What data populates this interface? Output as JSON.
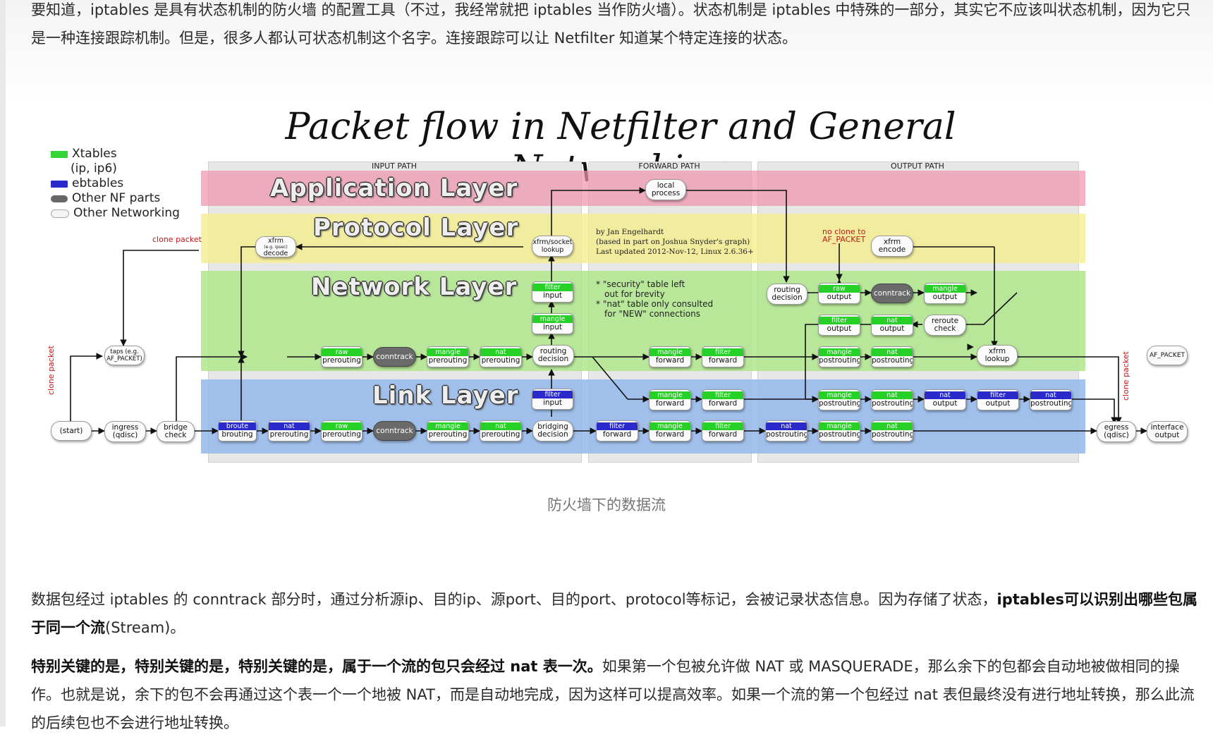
{
  "article": {
    "p1": "要知道，iptables 是具有状态机制的防火墙 的配置工具（不过，我经常就把 iptables 当作防火墙）。状态机制是 iptables 中特殊的一部分，其实它不应该叫状态机制，因为它只是一种连接跟踪机制。但是，很多人都认可状态机制这个名字。连接跟踪可以让 Netfilter 知道某个特定连接的状态。",
    "caption": "防火墙下的数据流",
    "p3_a": "数据包经过 iptables 的 conntrack 部分时，通过分析源ip、目的ip、源port、目的port、protocol等标记，会被记录状态信息。因为存储了状态，",
    "p3_b": "iptables可以识别出哪些包属于同一个流",
    "p3_c": "(Stream)。",
    "p4_a": "特别关键的是，特别关键的是，特别关键的是，属于一个流的包只会经过 nat 表一次。",
    "p4_b": "如果第一个包被允许做 NAT 或 MASQUERADE，那么余下的包都会自动地被做相同的操作。也就是说，余下的包不会再通过这个表一个一个地被 NAT，而是自动地完成，因为这样可以提高效率。如果一个流的第一个包经过 nat 表但最终没有进行地址转换，那么此流的后续包也不会进行地址转换。"
  },
  "diagram": {
    "title": "Packet flow in Netfilter and General Networking",
    "legend": {
      "xtables": "Xtables",
      "xtables_sub": "(ip, ip6)",
      "ebtables": "ebtables",
      "nf": "Other NF parts",
      "net": "Other Networking"
    },
    "paths": {
      "input": "INPUT PATH",
      "forward": "FORWARD PATH",
      "output": "OUTPUT PATH"
    },
    "layers": {
      "app": "Application Layer",
      "proto": "Protocol Layer",
      "net": "Network Layer",
      "link": "Link Layer"
    },
    "credit": [
      "by Jan Engelhardt",
      "(based in part on Joshua Snyder's graph)",
      "Last updated 2012-Nov-12, Linux 2.6.36+"
    ],
    "notes": [
      "* \"security\" table left",
      "out for brevity",
      "* \"nat\" table only consulted",
      "for \"NEW\" connections"
    ],
    "labels": {
      "clone_packet": "clone packet",
      "no_clone_1": "no clone to",
      "no_clone_2": "AF_PACKET",
      "clone_packet_right": "clone packet"
    },
    "nodes": {
      "start": "(start)",
      "ingress": [
        "ingress",
        "(qdisc)"
      ],
      "bridge_check": [
        "bridge",
        "check"
      ],
      "taps": [
        "taps (e.g.",
        "AF_PACKET)"
      ],
      "xfrm_decode": [
        "xfrm",
        "(e.g. ipsec)",
        "decode"
      ],
      "brouting": [
        "broute",
        "brouting"
      ],
      "nat_pre_eb": [
        "nat",
        "prerouting"
      ],
      "raw_pre_l": [
        "raw",
        "prerouting"
      ],
      "conntrack": "conntrack",
      "mangle_pre_l": [
        "mangle",
        "prerouting"
      ],
      "nat_pre_l": [
        "nat",
        "prerouting"
      ],
      "bridging_decision": [
        "bridging",
        "decision"
      ],
      "raw_pre_n": [
        "raw",
        "prerouting"
      ],
      "mangle_pre_n": [
        "mangle",
        "prerouting"
      ],
      "nat_pre_n": [
        "nat",
        "prerouting"
      ],
      "routing_decision_in": [
        "routing",
        "decision"
      ],
      "mangle_input": [
        "mangle",
        "input"
      ],
      "filter_input": [
        "filter",
        "input"
      ],
      "filter_input_link": [
        "filter",
        "input"
      ],
      "xfrm_socket": [
        "xfrm/socket",
        "lookup"
      ],
      "local_process": [
        "local",
        "process"
      ],
      "mangle_forward_n": [
        "mangle",
        "forward"
      ],
      "filter_forward_n": [
        "filter",
        "forward"
      ],
      "mangle_forward_l": [
        "mangle",
        "forward"
      ],
      "filter_forward_l": [
        "filter",
        "forward"
      ],
      "filter_forward_eb": [
        "filter",
        "forward"
      ],
      "mangle_forward_eb": [
        "mangle",
        "forward"
      ],
      "filter_forward_eb2": [
        "filter",
        "forward"
      ],
      "routing_decision_out": [
        "routing",
        "decision"
      ],
      "raw_output": [
        "raw",
        "output"
      ],
      "conntrack_out": "conntrack",
      "mangle_output": [
        "mangle",
        "output"
      ],
      "xfrm_encode": [
        "xfrm",
        "encode"
      ],
      "filter_output": [
        "filter",
        "output"
      ],
      "nat_output": [
        "nat",
        "output"
      ],
      "reroute_check": [
        "reroute",
        "check"
      ],
      "mangle_post_n": [
        "mangle",
        "postrouting"
      ],
      "nat_post_n": [
        "nat",
        "postrouting"
      ],
      "xfrm_lookup": [
        "xfrm",
        "lookup"
      ],
      "mangle_post_l": [
        "mangle",
        "postrouting"
      ],
      "nat_post_l": [
        "nat",
        "postrouting"
      ],
      "nat_output_eb": [
        "nat",
        "output"
      ],
      "filter_output_eb": [
        "filter",
        "output"
      ],
      "nat_post_eb": [
        "nat",
        "postrouting"
      ],
      "nat_post_eb2": [
        "nat",
        "postrouting"
      ],
      "mangle_post_b": [
        "mangle",
        "postrouting"
      ],
      "nat_post_b": [
        "nat",
        "postrouting"
      ],
      "egress": [
        "egress",
        "(qdisc)"
      ],
      "interface_output": [
        "interface",
        "output"
      ],
      "af_packet": "AF_PACKET"
    }
  }
}
